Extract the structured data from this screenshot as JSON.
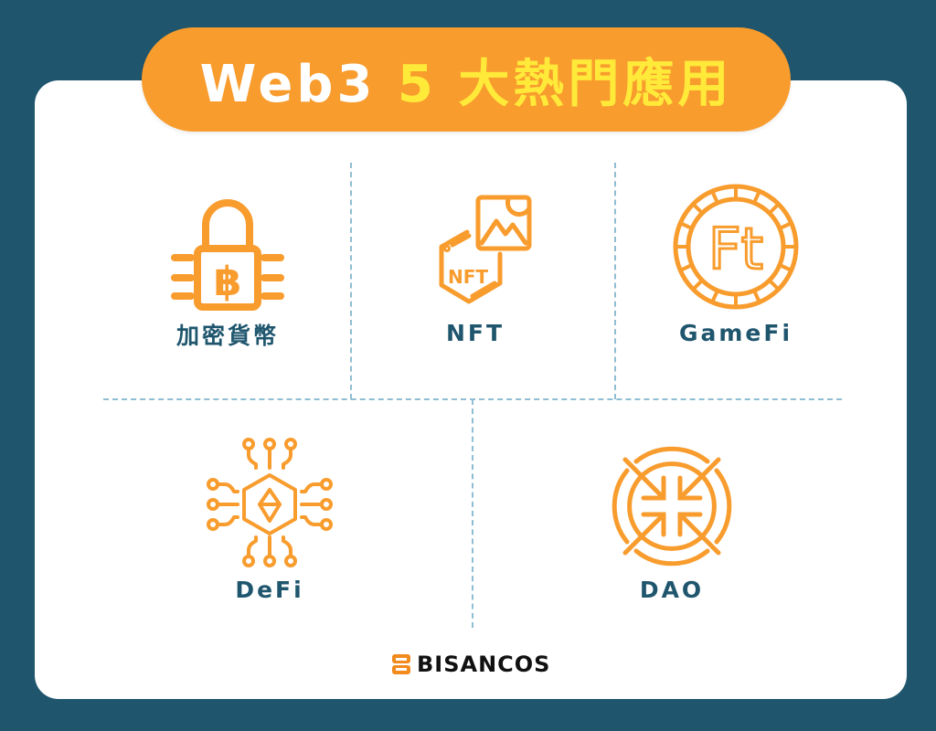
{
  "title": {
    "part_white": "Web3",
    "part_yellow": "5 大熱門應用"
  },
  "items": [
    {
      "label": "加密貨幣",
      "icon": "bitcoin-lock-icon"
    },
    {
      "label": "NFT",
      "icon": "nft-image-icon",
      "icon_text": "NFT"
    },
    {
      "label": "GameFi",
      "icon": "gamefi-coin-icon",
      "icon_text": "Ft"
    },
    {
      "label": "DeFi",
      "icon": "ethereum-circuit-icon"
    },
    {
      "label": "DAO",
      "icon": "dao-arrows-icon"
    }
  ],
  "footer": {
    "brand": "BISANCOS"
  },
  "colors": {
    "background": "#1f566e",
    "accent_orange": "#f89c2e",
    "title_yellow": "#ffea3a",
    "label_navy": "#1f566e",
    "divider": "#8fbdd1"
  }
}
